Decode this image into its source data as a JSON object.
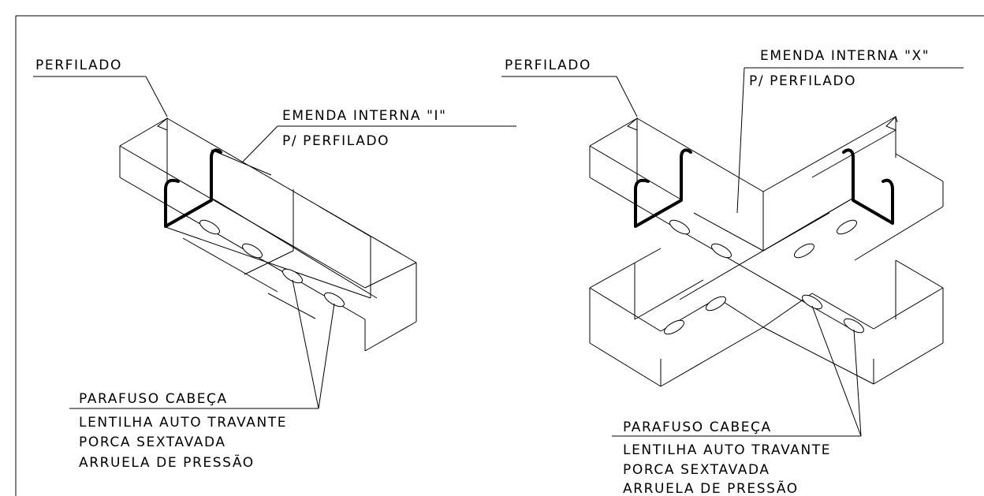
{
  "left_detail": {
    "perfilado_label": "PERFILADO",
    "emenda_line1": "EMENDA INTERNA \"I\"",
    "emenda_line2": "P/ PERFILADO",
    "hardware": {
      "line1": "PARAFUSO CABEÇA",
      "line2": "LENTILHA AUTO TRAVANTE",
      "line3": "PORCA SEXTAVADA",
      "line4": "ARRUELA DE PRESSÃO"
    }
  },
  "right_detail": {
    "perfilado_label": "PERFILADO",
    "emenda_line1": "EMENDA INTERNA \"X\"",
    "emenda_line2": "P/ PERFILADO",
    "hardware": {
      "line1": "PARAFUSO CABEÇA",
      "line2": "LENTILHA AUTO TRAVANTE",
      "line3": "PORCA SEXTAVADA",
      "line4": "ARRUELA DE PRESSÃO"
    }
  }
}
